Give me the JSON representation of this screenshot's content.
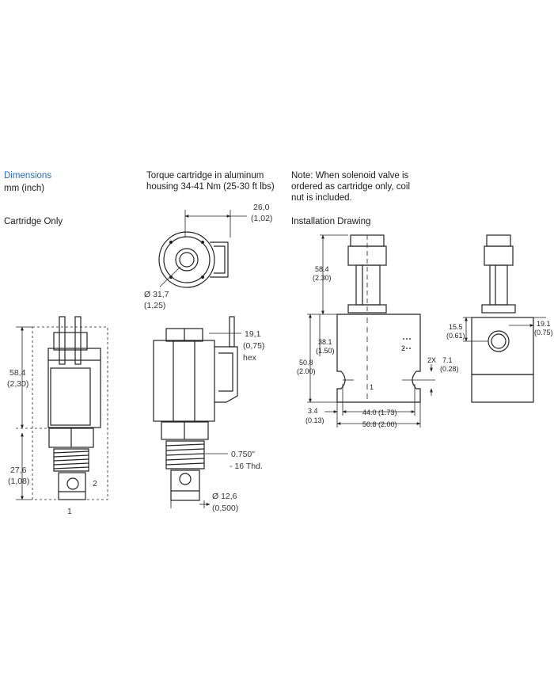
{
  "header": {
    "dimensions_title": "Dimensions",
    "units": "mm (inch)",
    "torque_line1": "Torque cartridge in aluminum",
    "torque_line2": "housing 34-41 Nm (25-30 ft lbs)",
    "note_line1": "Note: When solenoid valve is",
    "note_line2": "ordered as cartridge only, coil",
    "note_line3": "nut is included.",
    "cartridge_only": "Cartridge Only",
    "installation": "Installation Drawing"
  },
  "cartridge_left": {
    "height_mm": "58,4",
    "height_in": "(2,30)",
    "lower_mm": "27,6",
    "lower_in": "(1,08)",
    "port_1": "1",
    "port_2": "2"
  },
  "cartridge_top_view": {
    "width_mm": "26,0",
    "width_in": "(1,02)",
    "dia_mm": "Ø 31,7",
    "dia_in": "(1,25)"
  },
  "cartridge_side": {
    "hex_mm": "19,1",
    "hex_in": "(0,75)",
    "hex_label": "hex",
    "thread_1": "0.750\"",
    "thread_2": "- 16 Thd.",
    "nose_mm": "Ø 12,6",
    "nose_in": "(0,500)"
  },
  "installation": {
    "h_total_mm": "58.4",
    "h_total_in": "(2.30)",
    "h_upper_mm": "38.1",
    "h_upper_in": "(1.50)",
    "h_block_mm": "50.8",
    "h_block_in": "(2.00)",
    "off_mm": "3.4",
    "off_in": "(0.13)",
    "w_inner": "44.0 (1.73)",
    "w_outer": "50.8 (2.00)",
    "holes_count": "2X",
    "hole_mm": "7.1",
    "hole_in": "(0.28)",
    "port_2": "2",
    "port_1": "1",
    "side_top_mm": "15.5",
    "side_top_in": "(0.61)",
    "side_right_mm": "19.1",
    "side_right_in": "(0.75)"
  }
}
